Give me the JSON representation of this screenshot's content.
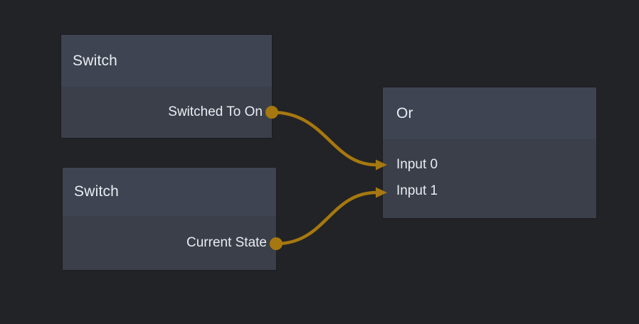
{
  "editor": {
    "kind": "node-graph",
    "background_color": "#222326"
  },
  "colors": {
    "node_header": "#3f4452",
    "node_body": "#3a3f4a",
    "text": "#e9edf2",
    "connection": "#a6780f"
  },
  "nodes": [
    {
      "title": "Switch",
      "ports": {
        "inputs": [],
        "outputs": [
          "Switched To On"
        ]
      }
    },
    {
      "title": "Switch",
      "ports": {
        "inputs": [],
        "outputs": [
          "Current State"
        ]
      }
    },
    {
      "title": "Or",
      "ports": {
        "inputs": [
          "Input 0",
          "Input 1"
        ],
        "outputs": []
      }
    }
  ],
  "connections": [
    {
      "from_node": "Switch",
      "from_port": "Switched To On",
      "to_node": "Or",
      "to_port": "Input 0"
    },
    {
      "from_node": "Switch",
      "from_port": "Current State",
      "to_node": "Or",
      "to_port": "Input 1"
    }
  ]
}
